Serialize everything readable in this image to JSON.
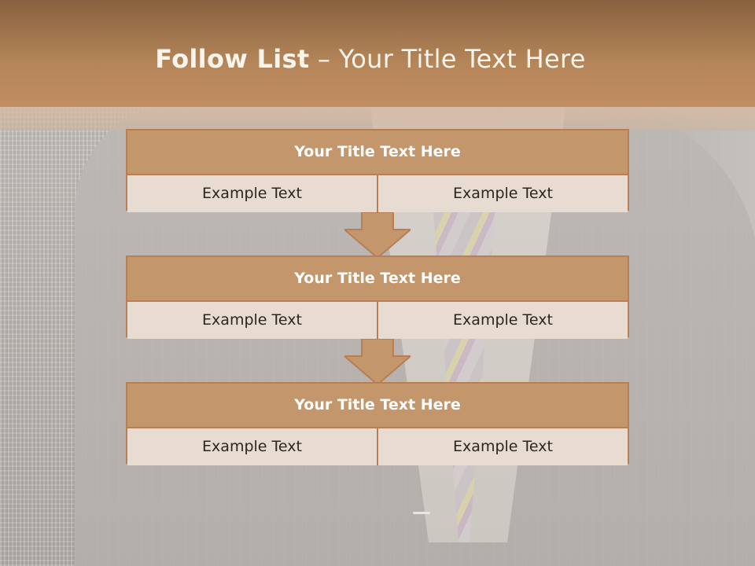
{
  "slide": {
    "title_bold": "Follow List",
    "title_rest": " – Your Title Text Here"
  },
  "steps": [
    {
      "title": "Your Title Text Here",
      "left": "Example Text",
      "right": "Example Text"
    },
    {
      "title": "Your Title Text Here",
      "left": "Example Text",
      "right": "Example Text"
    },
    {
      "title": "Your Title Text Here",
      "left": "Example Text",
      "right": "Example Text"
    }
  ],
  "colors": {
    "header_brown": "#b58659",
    "box_title": "#c3966c",
    "box_border": "#b77f53",
    "cell_bg": "#e8dcd2"
  }
}
